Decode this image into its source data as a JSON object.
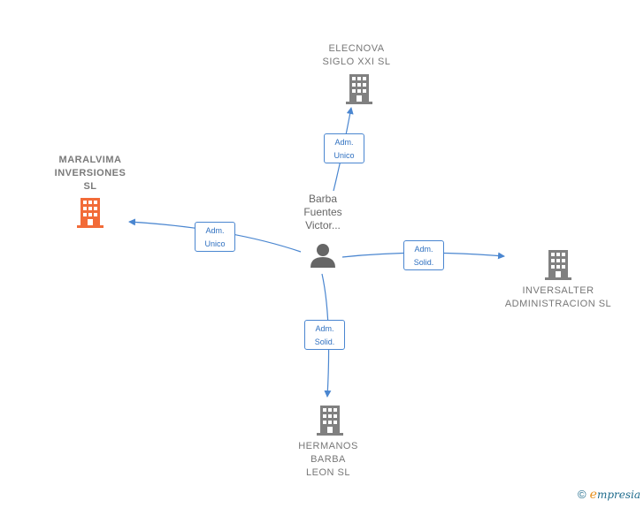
{
  "center": {
    "label": "Barba\nFuentes\nVictor..."
  },
  "nodes": {
    "elecnova": {
      "label": "ELECNOVA\nSIGLO XXI  SL"
    },
    "maralvima": {
      "label": "MARALVIMA\nINVERSIONES\nSL"
    },
    "inversalter": {
      "label": "INVERSALTER\nADMINISTRACION SL"
    },
    "hermanos": {
      "label": "HERMANOS\nBARBA\nLEON SL"
    }
  },
  "edges": {
    "elecnova": {
      "line1": "Adm.",
      "line2": "Unico"
    },
    "maralvima": {
      "line1": "Adm.",
      "line2": "Unico"
    },
    "inversalter": {
      "line1": "Adm.",
      "line2": "Solid."
    },
    "hermanos": {
      "line1": "Adm.",
      "line2": "Solid."
    }
  },
  "colors": {
    "edge": "#4a86d0",
    "building": "#808080",
    "building_focus": "#f26b38",
    "person": "#666666"
  },
  "footer": {
    "copyright_symbol": "©",
    "brand_initial": "e",
    "brand_rest": "mpresia"
  }
}
